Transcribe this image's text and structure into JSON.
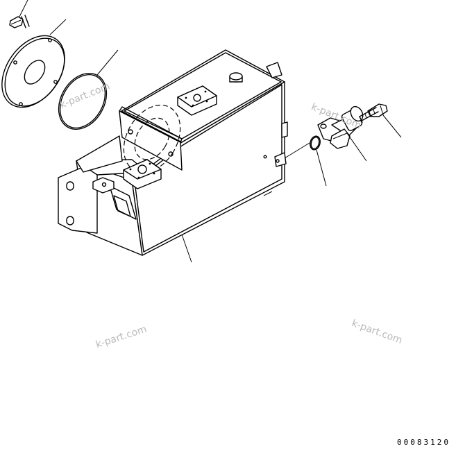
{
  "watermarks": [
    "k-part.com",
    "k-part.com",
    "k-part.com",
    "k-part.com"
  ],
  "drawing_number": "00083120"
}
